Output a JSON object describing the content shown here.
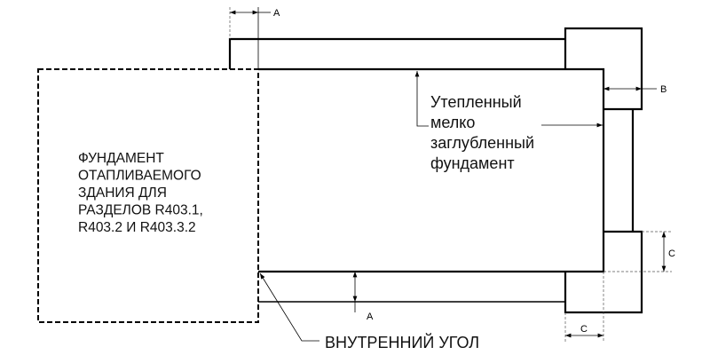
{
  "diagram": {
    "heated_foundation_lines": [
      "ФУНДАМЕНТ",
      "ОТАПЛИВАЕМОГО",
      "ЗДАНИЯ ДЛЯ",
      "РАЗДЕЛОВ R403.1,",
      "R403.2 И R403.3.2"
    ],
    "shallow_foundation_lines": [
      "Утепленный",
      "мелко",
      "заглубленный",
      "фундамент"
    ],
    "inside_corner_label": "ВНУТРЕННИЙ УГОЛ",
    "dimensions": {
      "a_top": "A",
      "a_bottom": "A",
      "b": "B",
      "c_right": "C",
      "c_bottom": "C"
    }
  }
}
